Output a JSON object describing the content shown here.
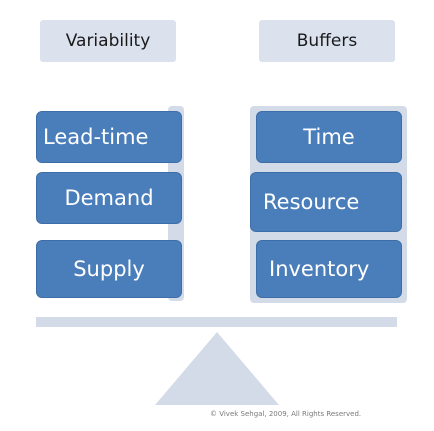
{
  "headers": {
    "variability": "Variability",
    "buffers": "Buffers"
  },
  "variability_items": [
    "Lead-time",
    "Demand",
    "Supply"
  ],
  "buffer_items": [
    "Time",
    "Resource",
    "Inventory"
  ],
  "copyright": "© Vivek Sehgal, 2009, All Rights Reserved.",
  "colors": {
    "item_fill": "#4a7ebb",
    "panel_fill": "#d4dbe8",
    "header_fill": "#dbe2ee"
  }
}
